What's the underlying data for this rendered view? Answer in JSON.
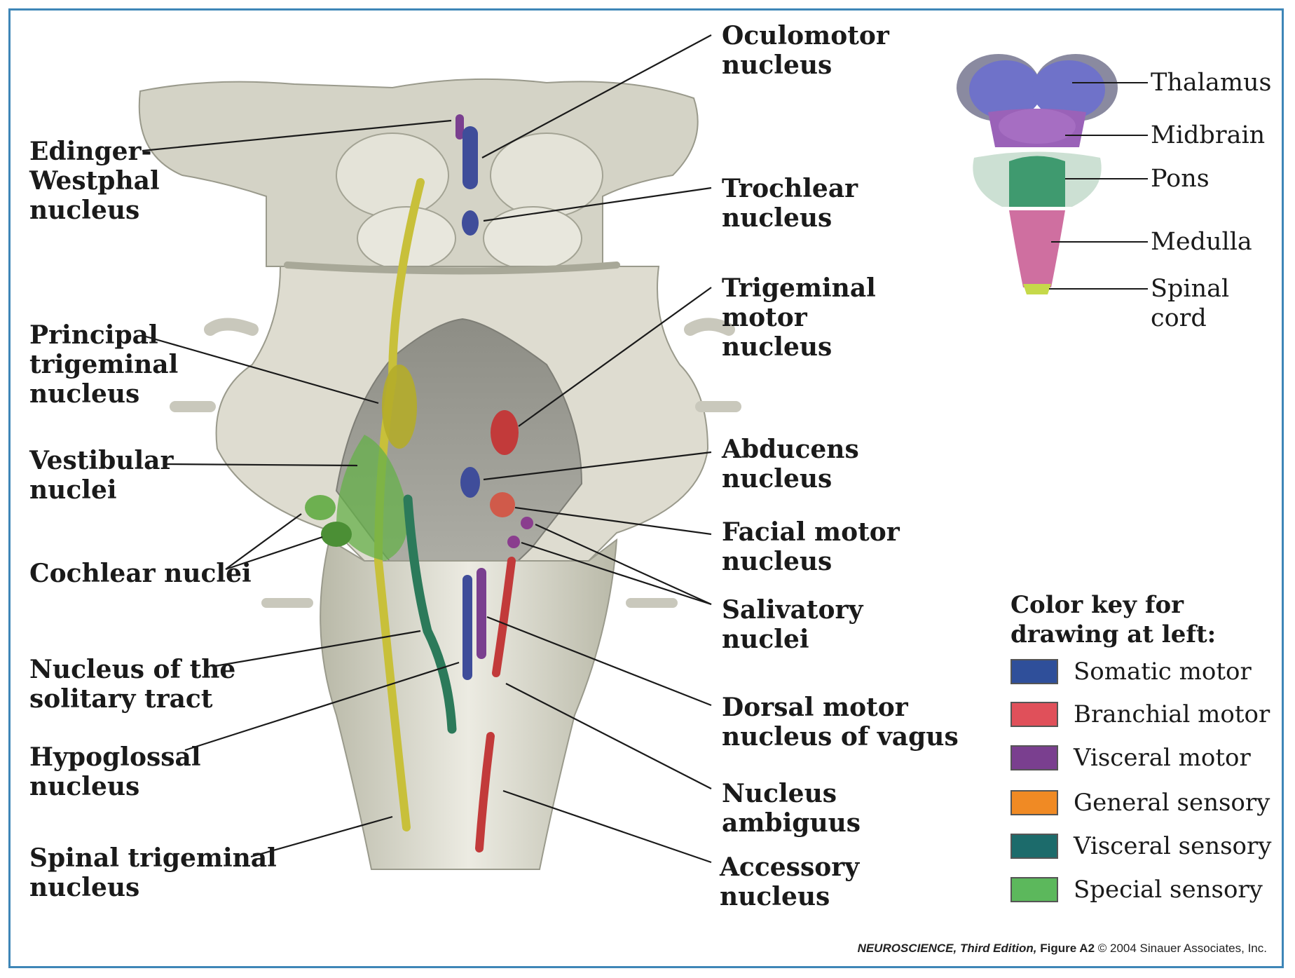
{
  "labels": {
    "oculomotor": "Oculomotor\nnucleus",
    "edinger": "Edinger-\nWestphal\nnucleus",
    "trochlear": "Trochlear\nnucleus",
    "trigeminal_motor": "Trigeminal\nmotor\nnucleus",
    "principal_trigeminal": "Principal\ntrigeminal\nnucleus",
    "abducens": "Abducens\nnucleus",
    "vestibular": "Vestibular\nnuclei",
    "facial_motor": "Facial motor\nnucleus",
    "cochlear": "Cochlear nuclei",
    "salivatory": "Salivatory\nnuclei",
    "solitary": "Nucleus of the\nsolitary tract",
    "dorsal_vagus": "Dorsal motor\nnucleus of vagus",
    "hypoglossal": "Hypoglossal\nnucleus",
    "ambiguus": "Nucleus\nambiguus",
    "spinal_trigeminal": "Spinal trigeminal\nnucleus",
    "accessory": "Accessory\nnucleus"
  },
  "inset": {
    "thalamus": "Thalamus",
    "midbrain": "Midbrain",
    "pons": "Pons",
    "medulla": "Medulla",
    "spinal_cord": "Spinal\ncord"
  },
  "color_key": {
    "title": "Color key for\ndrawing at left:",
    "items": [
      {
        "label": "Somatic motor",
        "color": "#2f4f9a"
      },
      {
        "label": "Branchial motor",
        "color": "#e0505a"
      },
      {
        "label": "Visceral motor",
        "color": "#7a3f8f"
      },
      {
        "label": "General sensory",
        "color": "#f08a24"
      },
      {
        "label": "Visceral sensory",
        "color": "#1c6b6b"
      },
      {
        "label": "Special sensory",
        "color": "#5cb85c"
      }
    ]
  },
  "footer": {
    "book": "NEUROSCIENCE, Third Edition,",
    "figure": "Figure A2",
    "copyright": "© 2004 Sinauer Associates, Inc."
  }
}
